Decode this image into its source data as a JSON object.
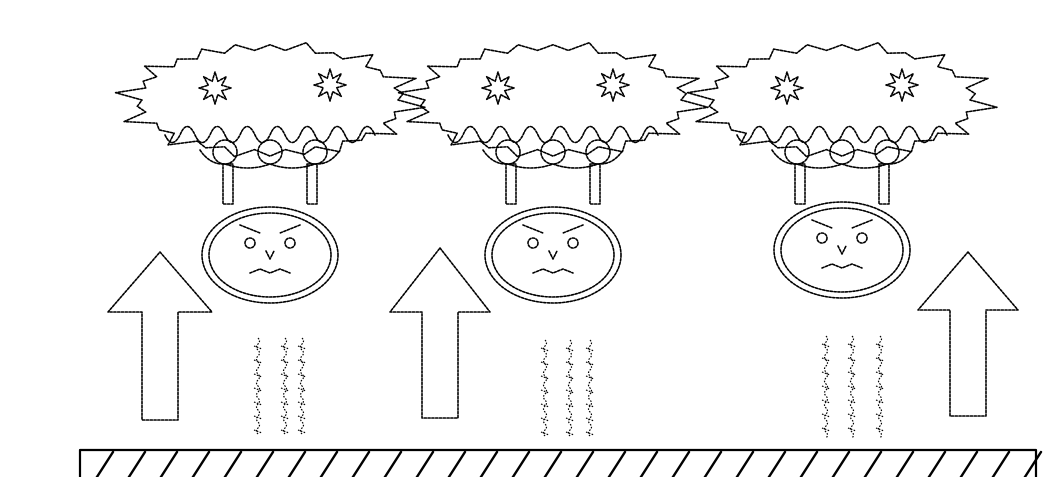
{
  "figure": {
    "background_color": "#ffffff",
    "ink_color": "#000000",
    "units": [
      "unit-1",
      "unit-2",
      "unit-3"
    ],
    "arrows": [
      "arrow-1",
      "arrow-2",
      "arrow-3"
    ],
    "arrow_direction": "up",
    "wavy_lines": [
      "wavy-1",
      "wavy-2",
      "wavy-3"
    ]
  }
}
